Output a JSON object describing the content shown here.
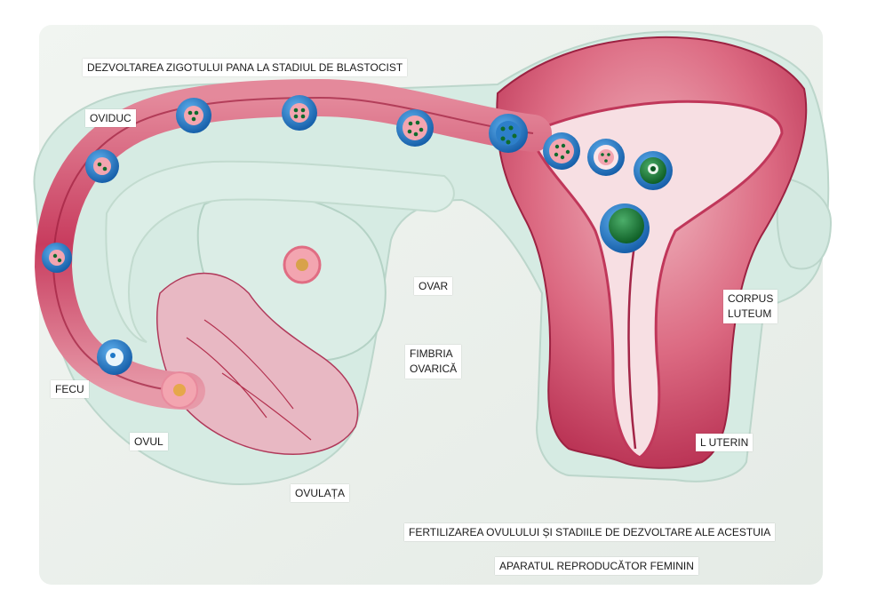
{
  "scene": {
    "subject": "anatomical model of the female reproductive system",
    "colors": {
      "board": "#eef2ee",
      "model_pale_green": "#d6ebe3",
      "tissue_pink": "#d9576f",
      "tissue_dark": "#a91e45",
      "stage_blue": "#1f78c8",
      "stage_green": "#0f6b2c",
      "egg_pink": "#f3a5b0"
    }
  },
  "labels": {
    "title_top": "DEZVOLTAREA ZIGOTULUI PANA LA STADIUL DE BLASTOCIST",
    "oviduct": "OVIDUC",
    "fecundatie": "FECU",
    "ovul": "OVUL",
    "ovulata": "OVULAȚA",
    "ovar": "OVAR",
    "fimbria_line1": "FIMBRIA",
    "fimbria_line2": "OVARICĂ",
    "corpus_line1": "CORPUS",
    "corpus_line2": "LUTEUM",
    "canal_uterin": "L UTERIN",
    "footer_line1": "FERTILIZAREA OVULULUI ȘI STADIILE DE DEZVOLTARE ALE ACESTUIA",
    "footer_line2": "APARATUL REPRODUCĂTOR FEMININ"
  }
}
